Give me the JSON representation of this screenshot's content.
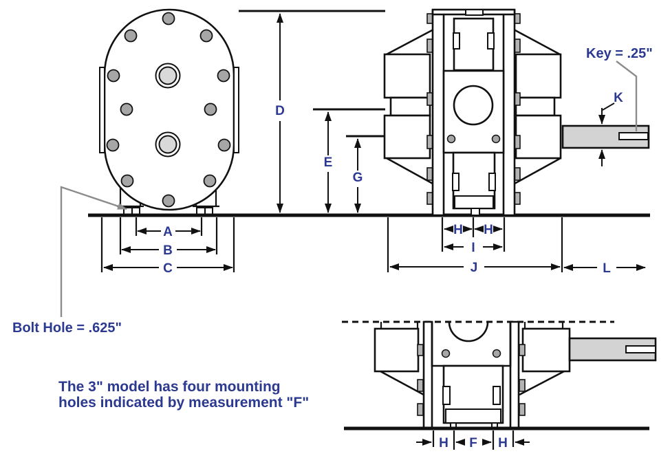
{
  "dims": {
    "A": "A",
    "B": "B",
    "C": "C",
    "D": "D",
    "E": "E",
    "F": "F",
    "G": "G",
    "H": "H",
    "I": "I",
    "J": "J",
    "K": "K",
    "L": "L"
  },
  "annotations": {
    "key": "Key =  .25\"",
    "bolt_hole": "Bolt Hole = .625\"",
    "note_line1": "The 3\" model has four mounting",
    "note_line2": "holes indicated by measurement \"F\""
  },
  "colors": {
    "label": "#2b3990",
    "line": "#111111",
    "shaft_fill": "#d3d3d3",
    "hole_fill": "#a6a6a6",
    "tab_fill": "#b3b3b3",
    "port_fill": "#d9d9d9",
    "leader_gray": "#8c8c8c",
    "background": "#ffffff"
  }
}
